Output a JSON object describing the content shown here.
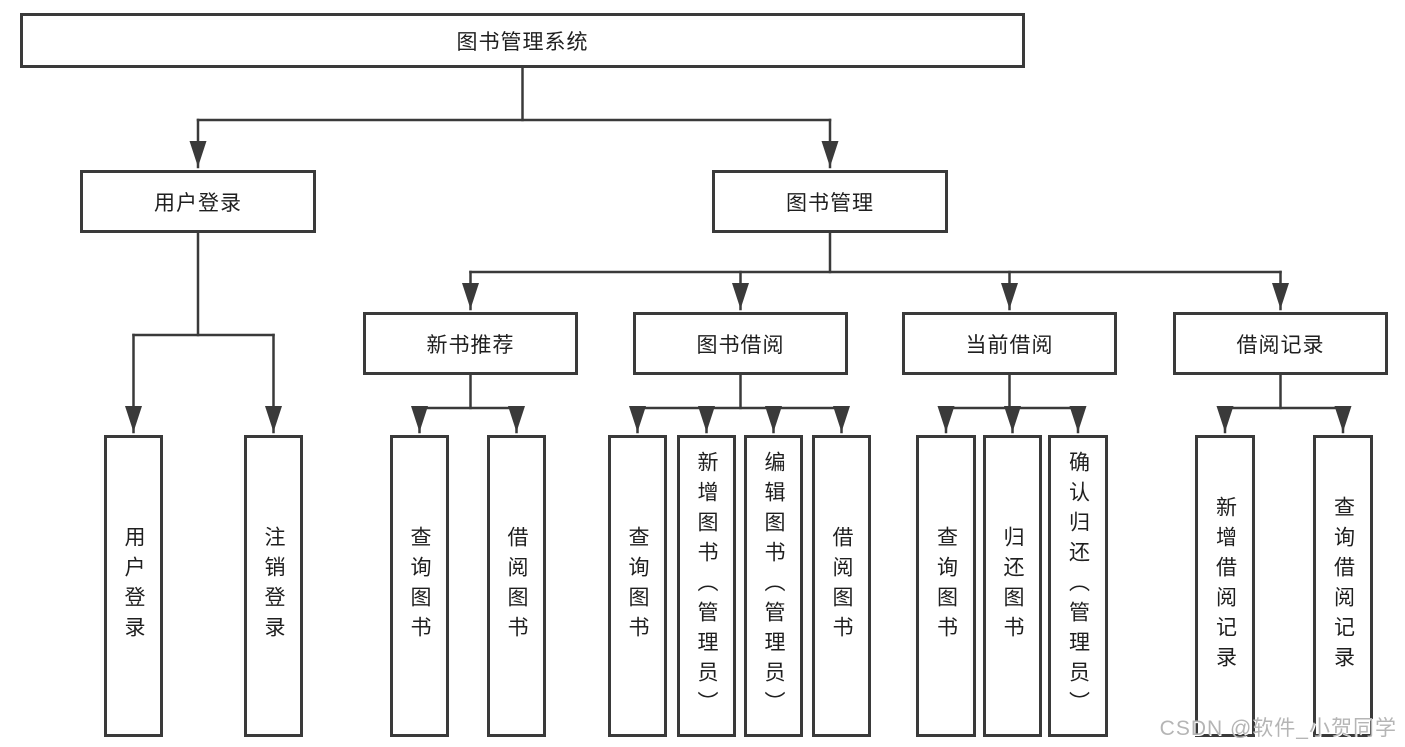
{
  "diagram": {
    "title": "图书管理系统",
    "branches": {
      "user_login": {
        "label": "用户登录",
        "children": [
          "用户登录",
          "注销登录"
        ]
      },
      "book_management": {
        "label": "图书管理",
        "children": [
          {
            "label": "新书推荐",
            "children": [
              "查询图书",
              "借阅图书"
            ]
          },
          {
            "label": "图书借阅",
            "children": [
              "查询图书",
              "新增图书（管理员）",
              "编辑图书（管理员）",
              "借阅图书"
            ]
          },
          {
            "label": "当前借阅",
            "children": [
              "查询图书",
              "归还图书",
              "确认归还（管理员）"
            ]
          },
          {
            "label": "借阅记录",
            "children": [
              "新增借阅记录",
              "查询借阅记录"
            ]
          }
        ]
      }
    },
    "watermark": "CSDN @软件_小贺同学"
  },
  "colors": {
    "line": "#3a3a3a",
    "text": "#1f1f1f",
    "watermark": "#b5b5b5",
    "background": "#ffffff"
  }
}
